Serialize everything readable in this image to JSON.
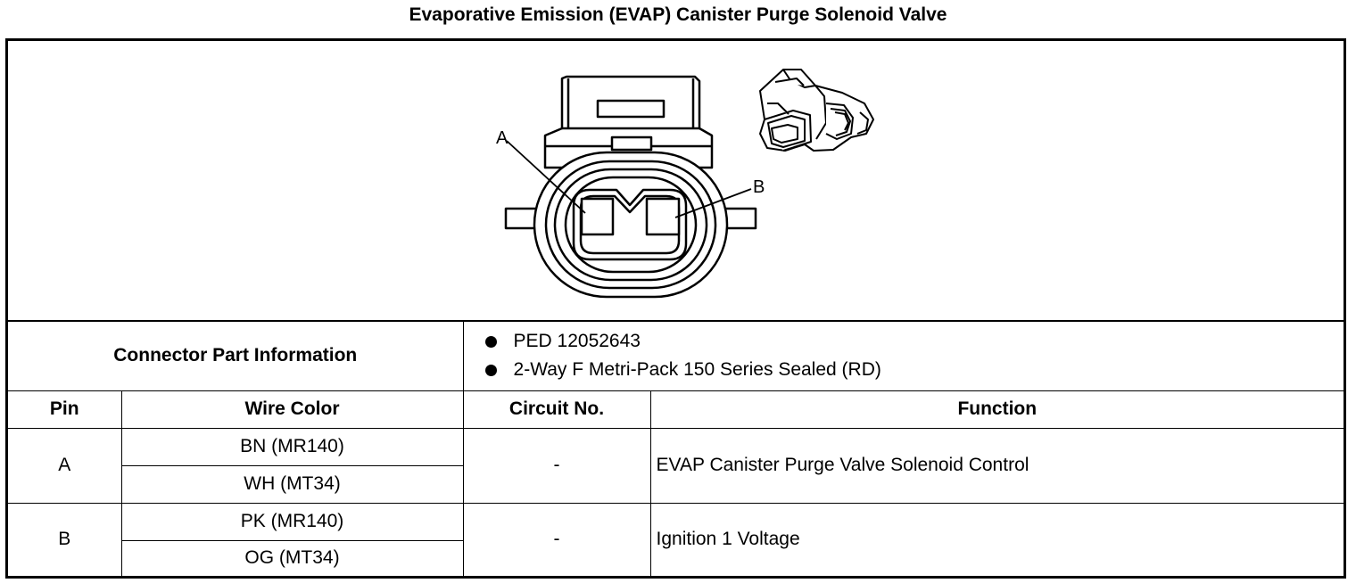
{
  "title": "Evaporative Emission (EVAP) Canister Purge Solenoid Valve",
  "diagram": {
    "label_a": "A",
    "label_b": "B"
  },
  "connector_info": {
    "label": "Connector Part Information",
    "items": [
      "PED 12052643",
      "2-Way F Metri-Pack 150 Series Sealed (RD)"
    ]
  },
  "table": {
    "headers": {
      "pin": "Pin",
      "wire_color": "Wire Color",
      "circuit": "Circuit No.",
      "function": "Function"
    },
    "rows": [
      {
        "pin": "A",
        "wire_colors": [
          "BN (MR140)",
          "WH (MT34)"
        ],
        "circuit": "-",
        "function": "EVAP Canister Purge Valve Solenoid Control"
      },
      {
        "pin": "B",
        "wire_colors": [
          "PK (MR140)",
          "OG (MT34)"
        ],
        "circuit": "-",
        "function": "Ignition 1 Voltage"
      }
    ]
  }
}
